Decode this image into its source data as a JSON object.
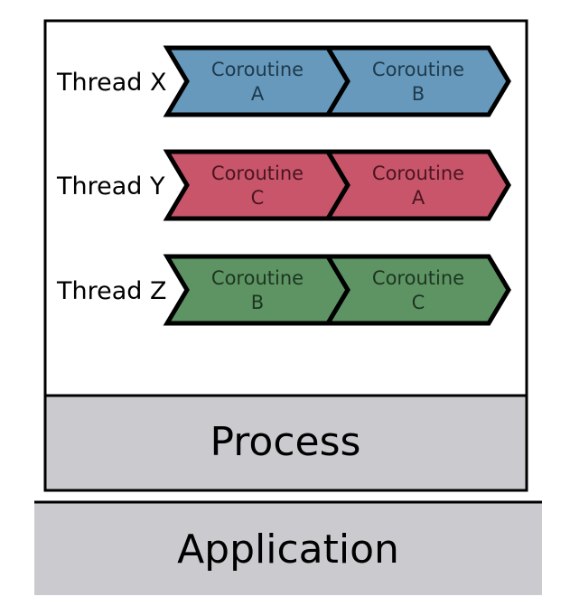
{
  "process": {
    "label": "Process",
    "fill_color": "#cbcbcf"
  },
  "application": {
    "label": "Application",
    "fill_color": "#cbcbcf"
  },
  "threads": [
    {
      "label": "Thread X",
      "color": "#6699bb",
      "text_color": "#1f3a4d",
      "coroutines": [
        {
          "line1": "Coroutine",
          "line2": "A"
        },
        {
          "line1": "Coroutine",
          "line2": "B"
        }
      ]
    },
    {
      "label": "Thread Y",
      "color": "#c8556a",
      "text_color": "#4a1520",
      "coroutines": [
        {
          "line1": "Coroutine",
          "line2": "C"
        },
        {
          "line1": "Coroutine",
          "line2": "A"
        }
      ]
    },
    {
      "label": "Thread Z",
      "color": "#5e9464",
      "text_color": "#1d3520",
      "coroutines": [
        {
          "line1": "Coroutine",
          "line2": "B"
        },
        {
          "line1": "Coroutine",
          "line2": "C"
        }
      ]
    }
  ]
}
